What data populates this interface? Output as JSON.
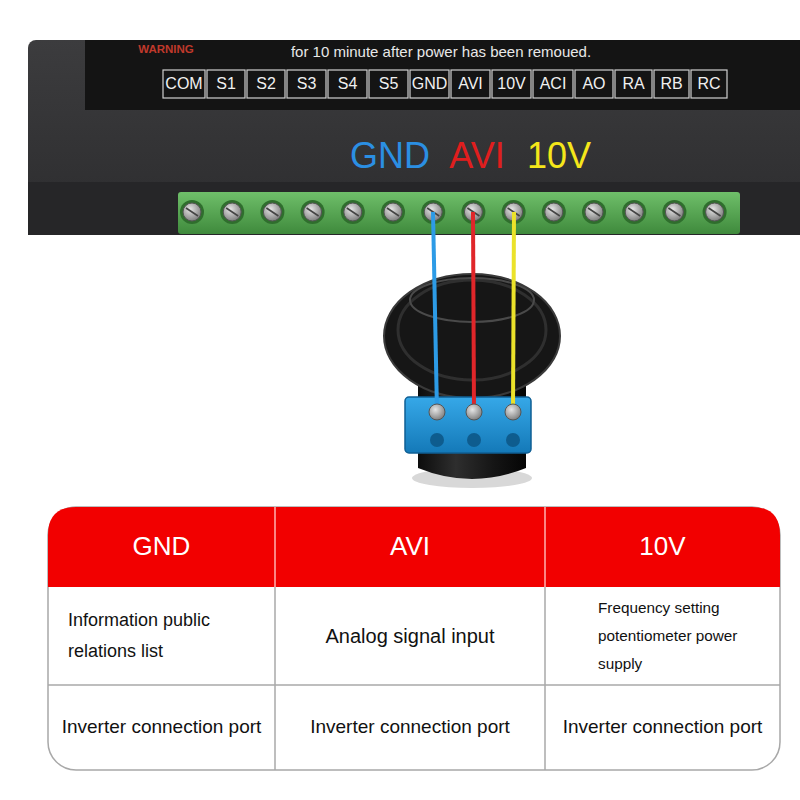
{
  "diagram": {
    "labels": [
      "WARNING",
      "for 10 minute after power has been remoued.",
      "COM",
      "S1",
      "S2",
      "S3",
      "S4",
      "S5",
      "GND",
      "AVI",
      "10V",
      "ACI",
      "AO",
      "RA",
      "RB",
      "RC",
      "GND",
      "AVI",
      "10V",
      "GND",
      "AVI",
      "10V",
      "Information public relations list",
      "Analog signal input",
      "Frequency setting potentiometer power supply",
      "Inverter connection port",
      "Inverter connection port",
      "Inverter connection port"
    ]
  }
}
